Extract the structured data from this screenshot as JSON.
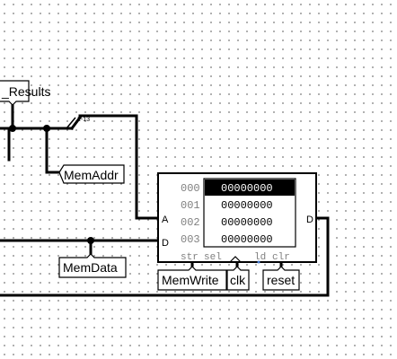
{
  "tunnels": {
    "results": "_Results",
    "mem_addr": "MemAddr",
    "mem_data": "MemData",
    "mem_write": "MemWrite",
    "clk": "clk",
    "reset": "reset"
  },
  "splitter_label": "2-13",
  "ram": {
    "addresses": [
      "000",
      "001",
      "002",
      "003"
    ],
    "values": [
      "00000000",
      "00000000",
      "00000000",
      "00000000"
    ],
    "selected_row": 0,
    "port_a": "A",
    "port_d_in": "D",
    "port_d_out": "D",
    "control_labels": {
      "str": "str",
      "sel": "sel",
      "ld": "ld",
      "clr": "clr"
    }
  },
  "colors": {
    "wire": "#000000",
    "selected_row_bg": "#000000",
    "selected_row_text": "#ffffff",
    "address_text": "#808080",
    "control_text": "#808080",
    "port_indicator": "#4a7fd4"
  }
}
